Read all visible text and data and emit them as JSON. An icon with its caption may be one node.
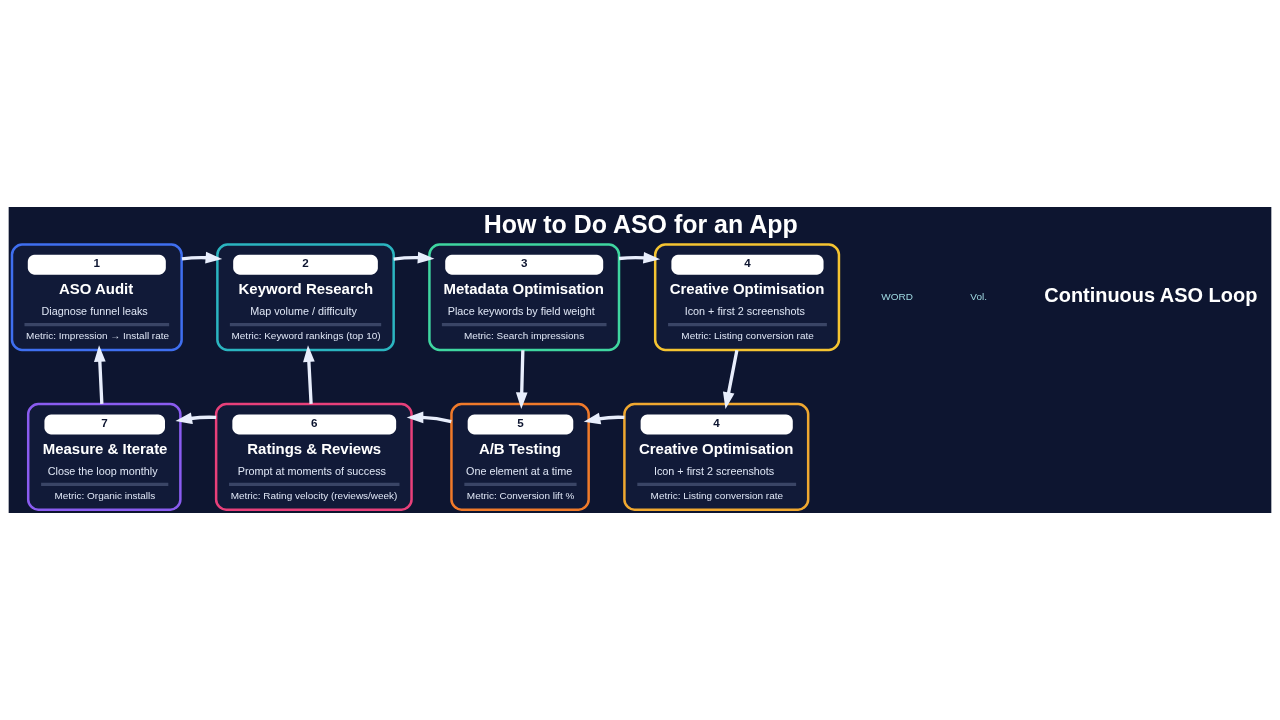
{
  "diagram": {
    "title": "How to Do ASO for an App",
    "nodes": [
      {
        "text": [
          "1",
          "ASO Audit",
          "Diagnose funnel leaks",
          "Metric: Impression → Install rate"
        ]
      },
      {
        "text": [
          "2",
          "Keyword Research",
          "Map volume / difficulty",
          "Metric: Keyword rankings (top 10)"
        ]
      },
      {
        "text": [
          "3",
          "Metadata Optimisation",
          "Place keywords by field weight",
          "Metric: Search impressions"
        ]
      },
      {
        "text": [
          "4",
          "Creative Optimisation",
          "Icon + first 2 screenshots",
          "Metric: Listing conversion rate"
        ]
      },
      {
        "text": [
          "4",
          "Creative Optimisation",
          "Icon + first 2 screenshots",
          "Metric: Listing conversion rate"
        ]
      },
      {
        "text": [
          "5",
          "A/B Testing",
          "One element at a time",
          "Metric: Conversion lift %"
        ]
      },
      {
        "text": [
          "6",
          "Ratings & Reviews",
          "Prompt at moments of success",
          "Metric: Rating velocity (reviews/week)"
        ]
      },
      {
        "text": [
          "7",
          "Measure & Iterate",
          "Close the loop monthly",
          "Metric: Organic installs"
        ]
      }
    ],
    "edges": [
      {
        "from": 0,
        "to": 1,
        "arrow": "to"
      },
      {
        "from": 1,
        "to": 2,
        "arrow": "to"
      },
      {
        "from": 2,
        "to": 3,
        "arrow": "to"
      },
      {
        "from": 3,
        "to": 4,
        "arrow": "to"
      },
      {
        "from": 2,
        "to": 5,
        "arrow": "to"
      },
      {
        "from": 4,
        "to": 5,
        "arrow": "to"
      },
      {
        "from": 5,
        "to": 6,
        "arrow": "to"
      },
      {
        "from": 6,
        "to": 1,
        "arrow": "to"
      },
      {
        "from": 6,
        "to": 7,
        "arrow": "to"
      },
      {
        "from": 7,
        "to": 0,
        "arrow": "to"
      }
    ],
    "labels": [
      "WORD",
      "Vol.",
      "Continuous ASO Loop"
    ]
  }
}
